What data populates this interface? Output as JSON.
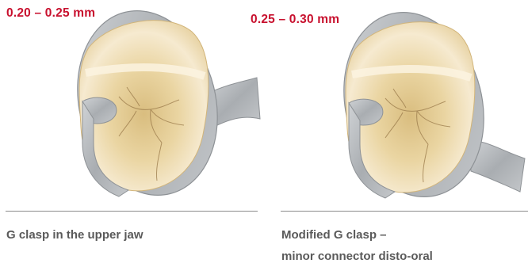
{
  "figures": [
    {
      "measurement": "0.20 – 0.25 mm",
      "caption": [
        "G clasp in the upper jaw"
      ]
    },
    {
      "measurement": "0.25 – 0.30 mm",
      "caption": [
        "Modified G clasp –",
        "minor connector disto-oral"
      ]
    }
  ],
  "colors": {
    "measurement_text": "#c8102e",
    "caption_text": "#5a5a5a",
    "clasp_metal": "#b3b7ba",
    "tooth_enamel": "#f1dfb0"
  }
}
